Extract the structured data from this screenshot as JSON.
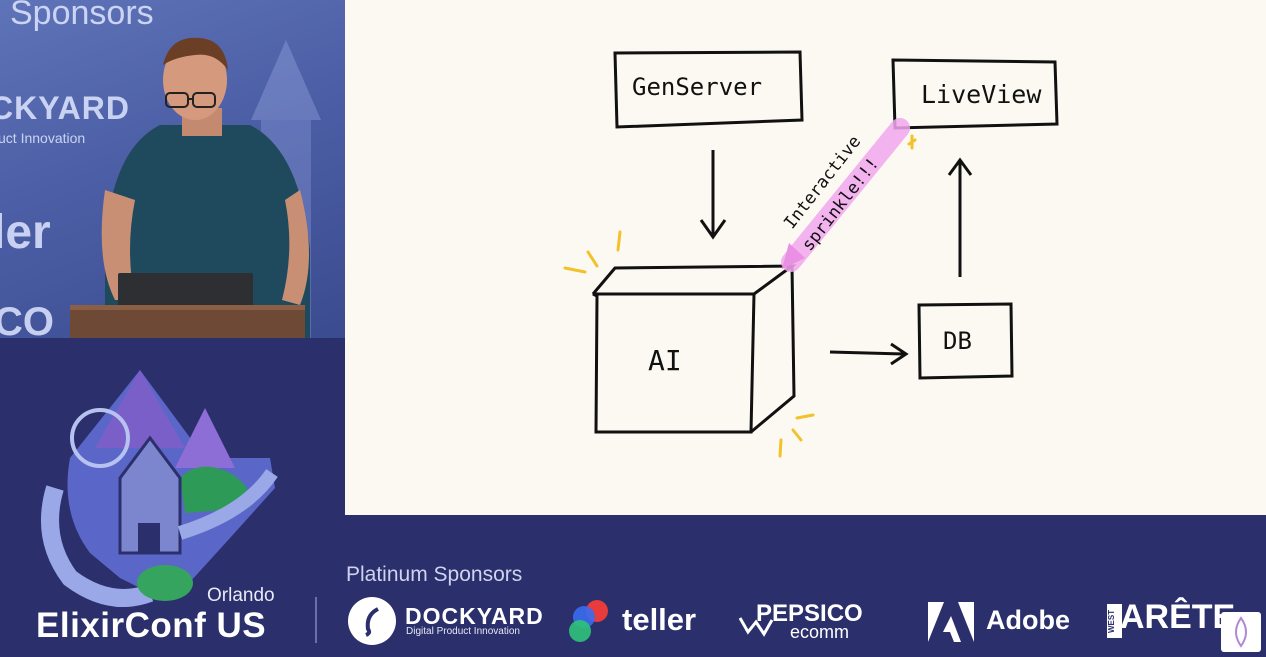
{
  "camera": {
    "bg_sponsors": "Sponsors",
    "bg_dockyard": "CKYARD",
    "bg_product": "uct Innovation",
    "bg_teller": "ler",
    "bg_ecomm": "CO"
  },
  "slide": {
    "genserver": "GenServer",
    "liveview": "LiveView",
    "ai": "AI",
    "db": "DB",
    "annotation_line1": "Interactive",
    "annotation_line2": "sprinkle!!!"
  },
  "conference": {
    "city": "Orlando",
    "name": "ElixirConf US"
  },
  "sponsors": {
    "heading": "Platinum Sponsors",
    "dockyard": "DOCKYARD",
    "dockyard_tagline": "Digital Product Innovation",
    "teller": "teller",
    "pepsico": "PEPSICO",
    "ecomm": "ecomm",
    "adobe": "Adobe",
    "arete": "ARÊTE",
    "arete_prefix": "WEST"
  },
  "colors": {
    "slide_bg": "#fbf9f1",
    "highlight": "#f2a7ee",
    "spark": "#f2c22b",
    "brand_navy": "#2b2f6b"
  }
}
